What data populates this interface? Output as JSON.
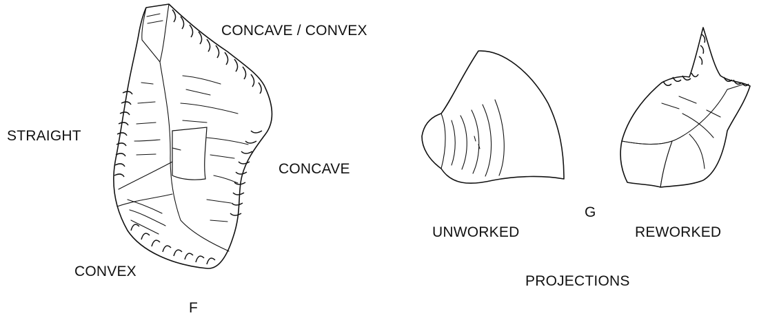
{
  "figure_f": {
    "labels": {
      "concave_convex": "CONCAVE / CONVEX",
      "straight": "STRAIGHT",
      "concave": "CONCAVE",
      "convex": "CONVEX",
      "letter": "F"
    }
  },
  "figure_g": {
    "labels": {
      "unworked": "UNWORKED",
      "letter": "G",
      "reworked": "REWORKED",
      "projections": "PROJECTIONS"
    }
  }
}
